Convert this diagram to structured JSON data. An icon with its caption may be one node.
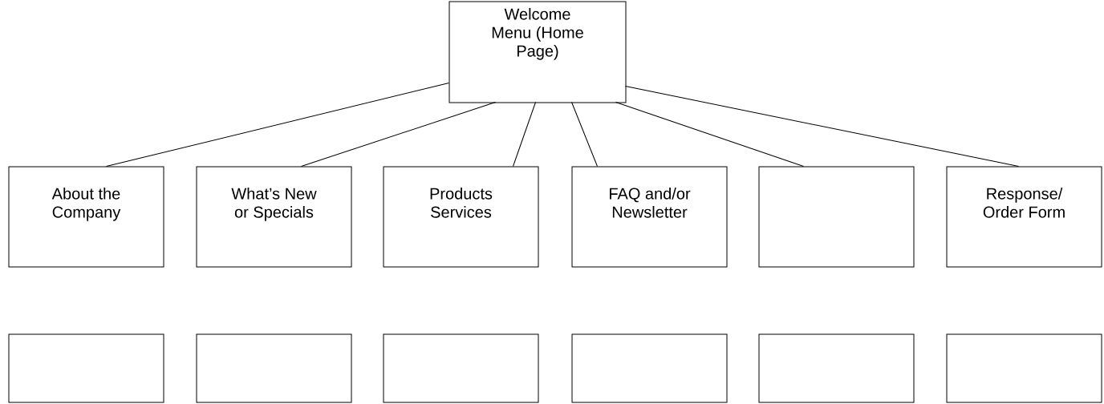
{
  "diagram": {
    "nodes": [
      {
        "text": [
          "Welcome Menu (Home Page)"
        ]
      },
      {
        "text": [
          "About the Company"
        ]
      },
      {
        "text": [
          "What’s New or Specials"
        ]
      },
      {
        "text": [
          "Products Services"
        ]
      },
      {
        "text": [
          "FAQ and/or Newsletter"
        ]
      },
      {
        "text": [],
        "shape": "box"
      },
      {
        "text": [
          "Response/ Order Form"
        ]
      },
      {
        "text": [],
        "shape": "box"
      },
      {
        "text": [],
        "shape": "box"
      },
      {
        "text": [],
        "shape": "box"
      },
      {
        "text": [],
        "shape": "box"
      },
      {
        "text": [],
        "shape": "box"
      },
      {
        "text": [],
        "shape": "box"
      }
    ],
    "edges": [
      {
        "from": 0,
        "to": 1,
        "arrow": "none"
      },
      {
        "from": 0,
        "to": 2,
        "arrow": "none"
      },
      {
        "from": 0,
        "to": 3,
        "arrow": "none"
      },
      {
        "from": 0,
        "to": 4,
        "arrow": "none"
      },
      {
        "from": 0,
        "to": 5,
        "arrow": "none"
      },
      {
        "from": 0,
        "to": 6,
        "arrow": "none"
      }
    ]
  }
}
